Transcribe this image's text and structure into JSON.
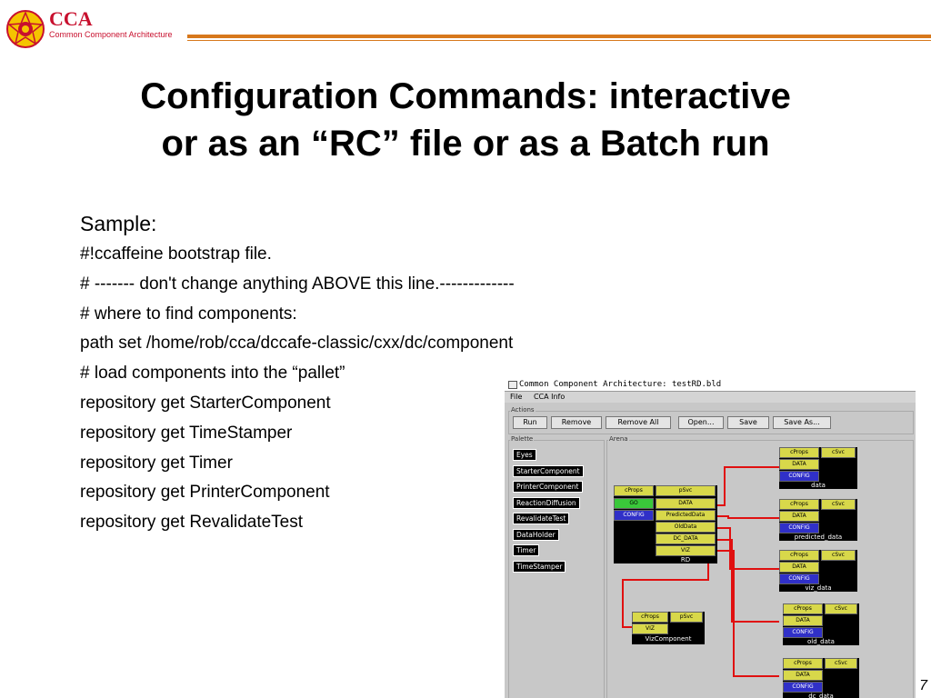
{
  "header": {
    "brand": "CCA",
    "subtitle": "Common Component Architecture"
  },
  "title": {
    "line1": "Configuration Commands: interactive",
    "line2": "or as an “RC” file or as a Batch run"
  },
  "body": {
    "sample_label": "Sample:",
    "lines": [
      "#!ccaffeine bootstrap file.",
      "# ------- don't change anything ABOVE this line.-------------",
      "# where to find components:",
      "path set /home/rob/cca/dccafe-classic/cxx/dc/component",
      "# load components into the “pallet”",
      "repository get StarterComponent",
      "repository get TimeStamper",
      "repository get Timer",
      "repository get PrinterComponent",
      "repository get RevalidateTest"
    ]
  },
  "page_number": "7",
  "window": {
    "title": "Common Component Architecture: testRD.bld",
    "menu": [
      "File",
      "CCA Info"
    ],
    "actions_label": "Actions",
    "buttons": [
      "Run",
      "Remove",
      "Remove All",
      "Open...",
      "Save",
      "Save As..."
    ],
    "palette_label": "Palette",
    "palette_items": [
      "Eyes",
      "StarterComponent",
      "PrinterComponent",
      "ReactionDiffusion",
      "RevalidateTest",
      "DataHolder",
      "Timer",
      "TimeStamper"
    ],
    "arena_label": "Arena",
    "components": {
      "rd": {
        "name": "RD",
        "ports": [
          "cProps",
          "pSvc",
          "GO",
          "DATA",
          "CONFIG",
          "PredictedData",
          "OldData",
          "DC_DATA",
          "VIZ"
        ]
      },
      "viz": {
        "name": "VizComponent",
        "ports": [
          "cProps",
          "pSvc",
          "VIZ"
        ]
      },
      "data": {
        "name": "data",
        "ports": [
          "cProps",
          "cSvc",
          "DATA",
          "CONFIG"
        ]
      },
      "predicted": {
        "name": "predicted_data",
        "ports": [
          "cProps",
          "cSvc",
          "DATA",
          "CONFIG"
        ]
      },
      "vizdata": {
        "name": "viz_data",
        "ports": [
          "cProps",
          "cSvc",
          "DATA",
          "CONFIG"
        ]
      },
      "olddata": {
        "name": "old_data",
        "ports": [
          "cProps",
          "cSvc",
          "DATA",
          "CONFIG"
        ]
      },
      "dcdata": {
        "name": "dc_data",
        "ports": [
          "cProps",
          "cSvc",
          "DATA",
          "CONFIG"
        ]
      }
    }
  },
  "colors": {
    "brand": "#c8102e",
    "header_rule": "#d7781c",
    "port_uses": "#d8d84a",
    "port_config": "#3030c8",
    "port_go": "#3ac83a",
    "wire": "#e01010"
  }
}
